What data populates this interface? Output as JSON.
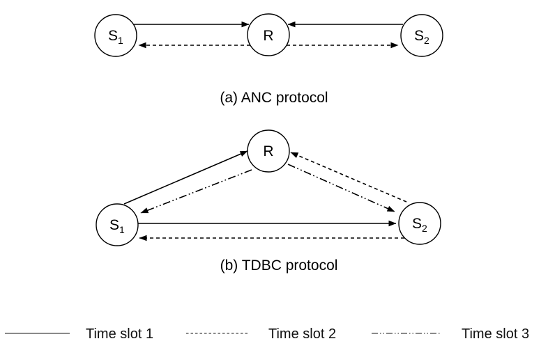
{
  "figure": {
    "panels": [
      {
        "caption": "(a) ANC protocol",
        "nodes": {
          "s1": {
            "base": "S",
            "sub": "1"
          },
          "r": {
            "label": "R"
          },
          "s2": {
            "base": "S",
            "sub": "2"
          }
        },
        "edges": [
          {
            "from": "S1",
            "to": "R",
            "time_slot": 1,
            "style": "solid"
          },
          {
            "from": "S2",
            "to": "R",
            "time_slot": 1,
            "style": "solid"
          },
          {
            "from": "R",
            "to": "S1",
            "time_slot": 2,
            "style": "dashed"
          },
          {
            "from": "R",
            "to": "S2",
            "time_slot": 2,
            "style": "dashed"
          }
        ]
      },
      {
        "caption": "(b) TDBC protocol",
        "nodes": {
          "r": {
            "label": "R"
          },
          "s1": {
            "base": "S",
            "sub": "1"
          },
          "s2": {
            "base": "S",
            "sub": "2"
          }
        },
        "edges": [
          {
            "from": "S1",
            "to": "R",
            "time_slot": 1,
            "style": "solid"
          },
          {
            "from": "S1",
            "to": "S2",
            "time_slot": 1,
            "style": "solid"
          },
          {
            "from": "S2",
            "to": "R",
            "time_slot": 2,
            "style": "dashed"
          },
          {
            "from": "S2",
            "to": "S1",
            "time_slot": 2,
            "style": "dashed"
          },
          {
            "from": "R",
            "to": "S1",
            "time_slot": 3,
            "style": "dash-dot-dot"
          },
          {
            "from": "R",
            "to": "S2",
            "time_slot": 3,
            "style": "dash-dot-dot"
          }
        ]
      }
    ],
    "legend": {
      "items": [
        {
          "label": "Time slot 1",
          "line_style": "solid"
        },
        {
          "label": "Time slot 2",
          "line_style": "dashed"
        },
        {
          "label": "Time slot 3",
          "line_style": "dash-dot-dot"
        }
      ]
    },
    "colors": {
      "line": "#000000",
      "node_fill": "#ffffff",
      "background": "#ffffff"
    }
  }
}
